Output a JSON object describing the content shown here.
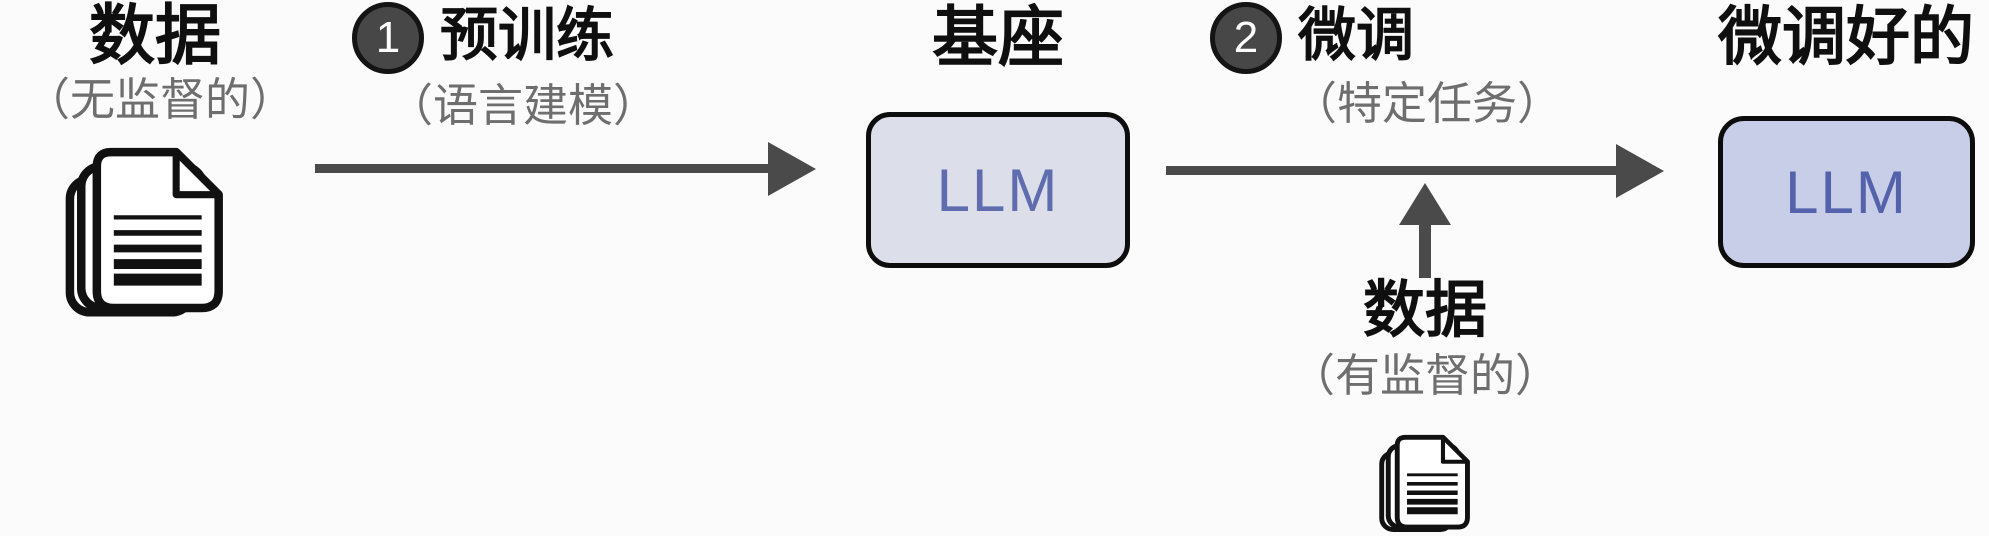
{
  "diagram": {
    "input_data": {
      "title": "数据",
      "subtitle": "（无监督的）",
      "icon": "document-stack-icon"
    },
    "step1": {
      "badge": "1",
      "title": "预训练",
      "subtitle": "（语言建模）"
    },
    "base_model": {
      "title": "基座",
      "box_label": "LLM"
    },
    "step2": {
      "badge": "2",
      "title": "微调",
      "subtitle": "（特定任务）"
    },
    "finetune_data": {
      "title": "数据",
      "subtitle": "（有监督的）",
      "icon": "document-stack-icon"
    },
    "output_model": {
      "title": "微调好的",
      "box_label": "LLM"
    }
  },
  "colors": {
    "background": "#fbfbfb",
    "arrow": "#4a4a4a",
    "badge_fill": "#474747",
    "badge_ring": "#141414",
    "badge_text": "#ffffff",
    "title_text": "#0f0f0f",
    "subtitle_text": "#6e6e6e",
    "box_border": "#0d0d0d",
    "base_box_fill": "#dcdee9",
    "base_box_text": "#5f6cae",
    "output_box_fill": "#c8cee8",
    "output_box_text": "#5462ab"
  }
}
